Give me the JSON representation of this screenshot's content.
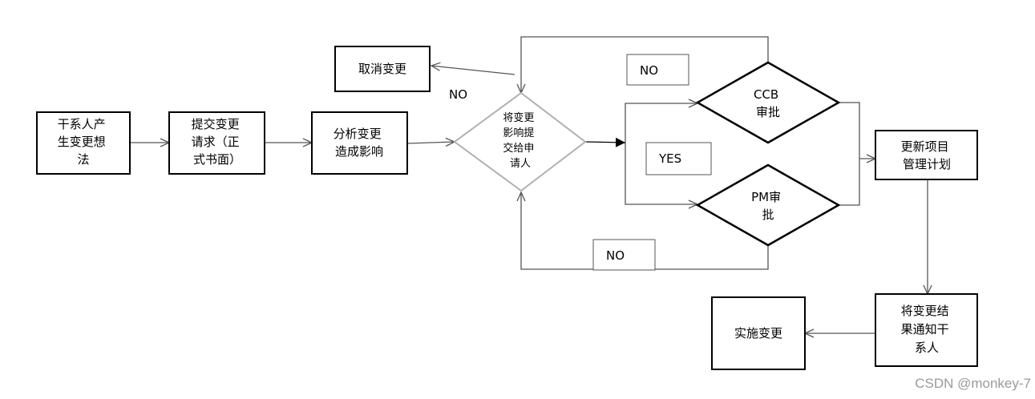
{
  "diagram": {
    "nodes": {
      "idea": {
        "lines": [
          "干系人产",
          "生变更想",
          "法"
        ]
      },
      "submit": {
        "lines": [
          "提交变更",
          "请求（正",
          "式书面）"
        ]
      },
      "analyze": {
        "lines": [
          "分析变更",
          "造成影响"
        ]
      },
      "submit_to": {
        "lines": [
          "将变更",
          "影响提",
          "交给申",
          "请人"
        ]
      },
      "cancel": {
        "lines": [
          "取消变更"
        ]
      },
      "ccb": {
        "lines": [
          "CCB",
          "审批"
        ]
      },
      "pm": {
        "lines": [
          "PM审",
          "批"
        ]
      },
      "update": {
        "lines": [
          "更新项目",
          "管理计划"
        ]
      },
      "notify": {
        "lines": [
          "将变更结",
          "果通知干",
          "系人"
        ]
      },
      "implement": {
        "lines": [
          "实施变更"
        ]
      }
    },
    "labels": {
      "no_cancel": "NO",
      "no_ccb": "NO",
      "yes": "YES",
      "no_pm": "NO"
    }
  },
  "watermark": "CSDN @monkey-7"
}
